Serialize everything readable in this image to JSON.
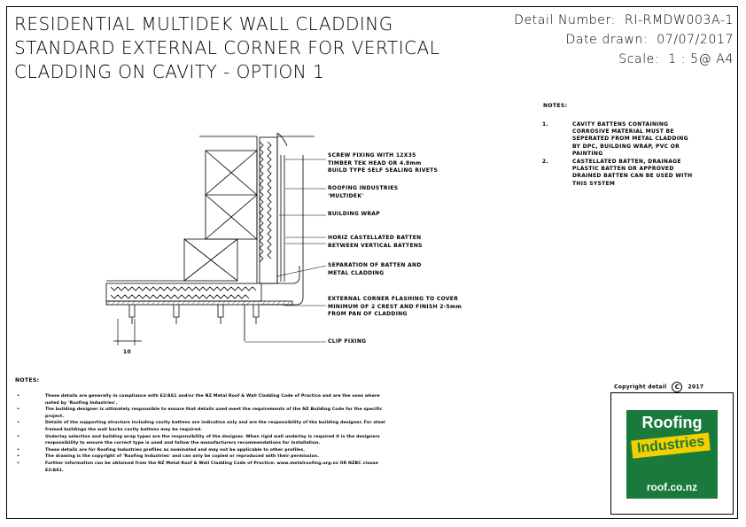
{
  "title": {
    "line1": "RESIDENTIAL MULTIDEK WALL CLADDING",
    "line2": "STANDARD EXTERNAL CORNER FOR VERTICAL",
    "line3": "CLADDING ON CAVITY - OPTION 1"
  },
  "meta": {
    "detail_label": "Detail Number:",
    "detail_value": "RI-RMDW003A-1",
    "date_label": "Date drawn:",
    "date_value": "07/07/2017",
    "scale_label": "Scale:",
    "scale_value": "1 : 5@ A4"
  },
  "top_notes": {
    "heading": "NOTES:",
    "items": [
      {
        "num": "1.",
        "text": "CAVITY BATTENS CONTAINING CORROSIVE MATERIAL MUST BE SEPERATED FROM METAL CLADDING BY DPC, BUILDING WRAP, PVC OR PAINTING"
      },
      {
        "num": "2.",
        "text": "CASTELLATED BATTEN, DRAINAGE PLASTIC BATTEN OR APPROVED DRAINED BATTEN CAN BE USED WITH THIS SYSTEM"
      }
    ]
  },
  "labels": {
    "screw": "SCREW FIXING WITH 12X35\nTIMBER TEK HEAD OR 4.8mm\nBUILD TYPE SELF SEALING RIVETS",
    "multidek": "ROOFING INDUSTRIES\n'MULTIDEK'",
    "wrap": "BUILDING WRAP",
    "batten": "HORIZ CASTELLATED BATTEN\nBETWEEN VERTICAL BATTENS",
    "separation": "SEPARATION OF BATTEN AND\nMETAL CLADDING",
    "flashing": "EXTERNAL CORNER FLASHING TO COVER\nMINIMUM OF 2 CREST AND FINISH 2-5mm\nFROM PAN OF CLADDING",
    "clip": "CLIP FIXING",
    "dim": "10"
  },
  "bottom_notes": {
    "heading": "NOTES:",
    "items": [
      "These details are generally in compliance with E2/AS1 and/or the NZ Metal Roof & Wall Cladding Code of Practice and are the ones where noted by 'Roofing Industries'.",
      "The building designer is ultimately responsible to ensure that details used meet the requirements of the NZ Building Code for the specific project.",
      "Details of the supporting structure including cavity battens are indicative only and are the responsibility of the building designer. For steel framed buildings the wall backs cavity battens may be required.",
      "Underlay selection and building wrap types are the responsibility of the designer. When rigid wall underlay is required it is the designers responsibility to ensure the correct type is used and follow the manufacturers recommendations for installation.",
      "These details are for Roofing Industries profiles as nominated and may not be applicable to other profiles.",
      "The drawing is the copyright of 'Roofing Industries' and can only be copied or reproduced with their permission.",
      "Further information can be obtained from the NZ Metal Roof & Wall Cladding Code of Practice: www.metalroofing.org.nz OR NZBC clause E2/AS1."
    ]
  },
  "copyright": {
    "label": "Copyright detail",
    "symbol": "C",
    "year": "2017"
  },
  "logo": {
    "line1": "Roofing",
    "line2": "Industries",
    "line3": "roof.co.nz",
    "green": "#1a7a3c",
    "yellow": "#f5d000"
  }
}
